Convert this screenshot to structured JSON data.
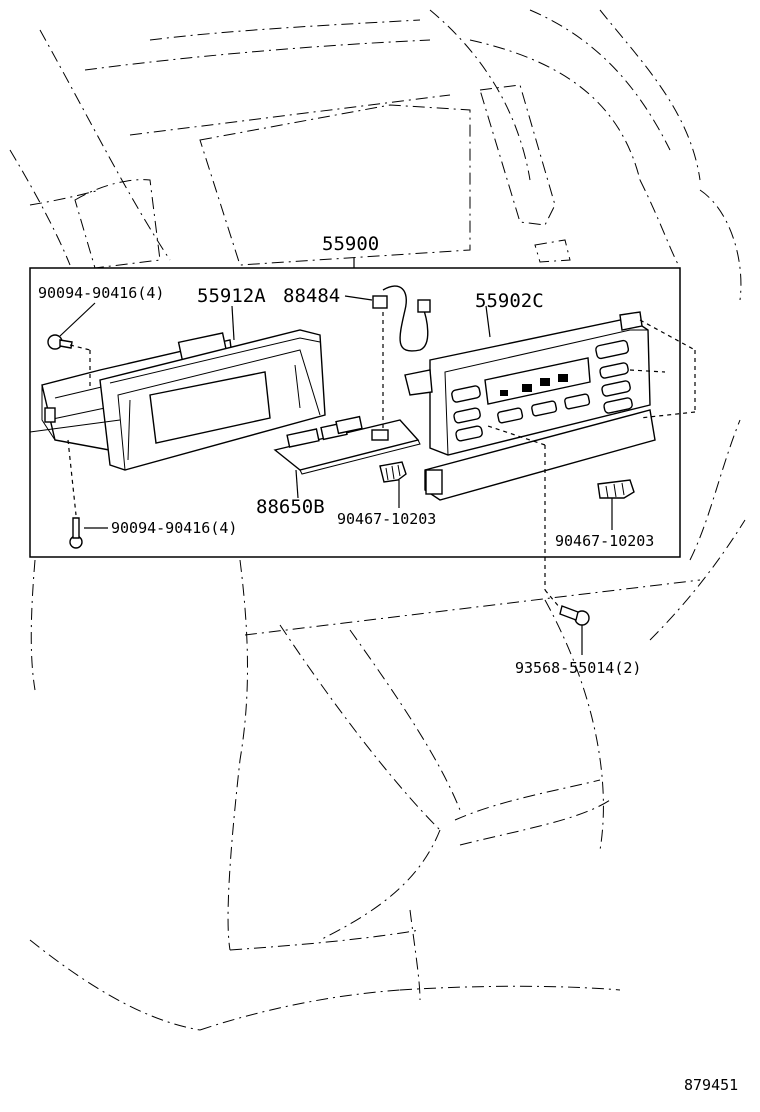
{
  "labels": {
    "assembly": "55900",
    "bolt_top": "90094-90416(4)",
    "display": "55912A",
    "cable": "88484",
    "panel": "55902C",
    "board": "88650B",
    "bolt_bottom": "90094-90416(4)",
    "clip_center": "90467-10203",
    "clip_right": "90467-10203",
    "screw": "93568-55014(2)",
    "diagram_id": "879451"
  }
}
